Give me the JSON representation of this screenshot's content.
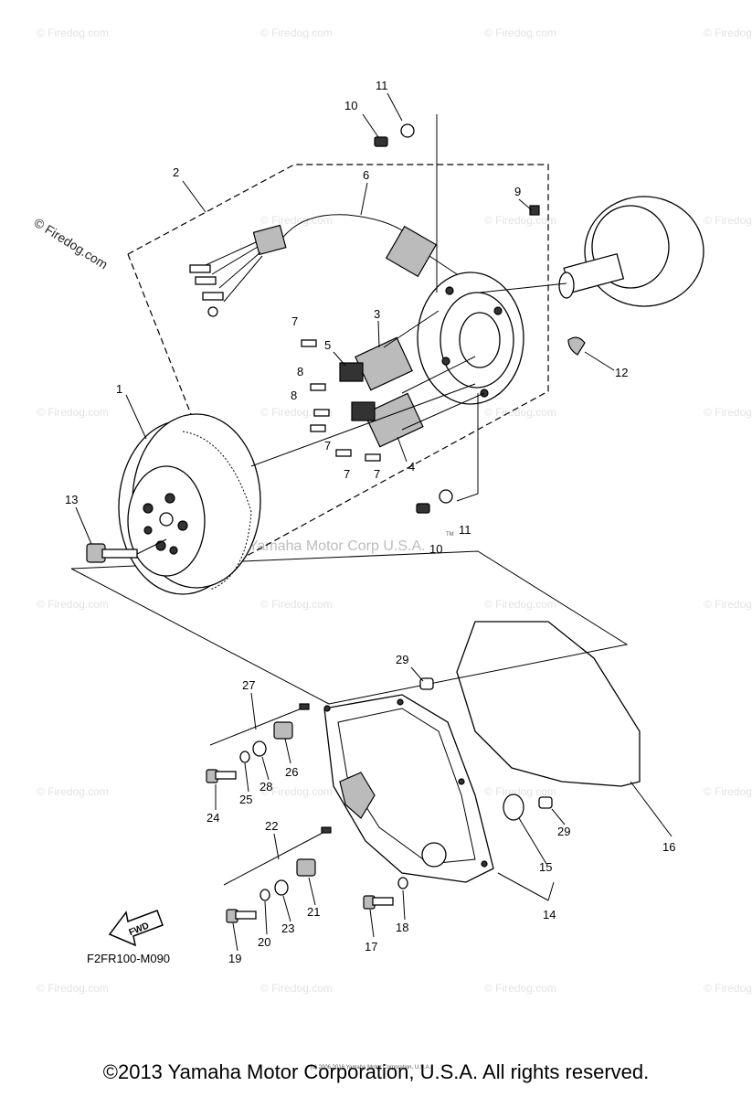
{
  "watermark": {
    "site_text": "© Firedog.com",
    "corp_text": "Yamaha Motor Corp U.S.A.",
    "tm": "TM"
  },
  "firedog_label": "© Firedog.com",
  "diagram_code": "F2FR100-M090",
  "fwd_label": "FWD",
  "footer_tiny": "(c) 2006 2016 Yamaha Motor Corporation, U.S.A.",
  "copyright": "©2013 Yamaha Motor Corporation, U.S.A. All rights reserved.",
  "callouts": {
    "c1": "1",
    "c2": "2",
    "c3": "3",
    "c4": "4",
    "c5": "5",
    "c6": "6",
    "c7a": "7",
    "c7b": "7",
    "c7c": "7",
    "c7d": "7",
    "c8a": "8",
    "c8b": "8",
    "c9": "9",
    "c10a": "10",
    "c10b": "10",
    "c11a": "11",
    "c11b": "11",
    "c12": "12",
    "c13": "13",
    "c14": "14",
    "c15": "15",
    "c16": "16",
    "c17": "17",
    "c18": "18",
    "c19": "19",
    "c20": "20",
    "c21": "21",
    "c22": "22",
    "c23": "23",
    "c24": "24",
    "c25": "25",
    "c26": "26",
    "c27": "27",
    "c28": "28",
    "c29a": "29",
    "c29b": "29"
  }
}
